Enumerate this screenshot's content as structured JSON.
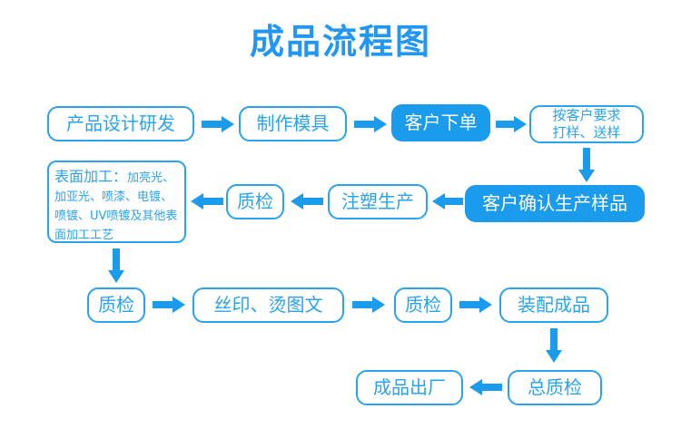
{
  "title": "成品流程图",
  "colors": {
    "accent": "#29a3ee",
    "fill": "#1a9bec",
    "title": "#2196f3",
    "arrow": "#1a9bec",
    "background": "#ffffff",
    "text_on_fill": "#ffffff"
  },
  "nodes": {
    "product_design": "产品设计研发",
    "make_mold": "制作模具",
    "customer_order": "客户下单",
    "sampling": "按客户要求\n打样、送样",
    "confirm_sample": "客户确认生产样品",
    "injection": "注塑生产",
    "qc_1": "质检",
    "surface_lead": "表面加工：",
    "surface_rest": "加亮光、\n加亚光、喷漆、电镀、\n喷镀、UV喷镀及其他表\n面加工工艺",
    "qc_2": "质检",
    "silk_print": "丝印、烫图文",
    "qc_3": "质检",
    "assemble": "装配成品",
    "final_qc": "总质检",
    "shipment": "成品出厂"
  },
  "arrows": [
    {
      "name": "arrow-design-to-mold",
      "direction": "right"
    },
    {
      "name": "arrow-mold-to-order",
      "direction": "right"
    },
    {
      "name": "arrow-order-to-sampling",
      "direction": "right"
    },
    {
      "name": "arrow-sampling-to-confirm",
      "direction": "down"
    },
    {
      "name": "arrow-confirm-to-injection",
      "direction": "left"
    },
    {
      "name": "arrow-injection-to-qc1",
      "direction": "left"
    },
    {
      "name": "arrow-qc1-to-surface",
      "direction": "left"
    },
    {
      "name": "arrow-surface-to-qc2",
      "direction": "down"
    },
    {
      "name": "arrow-qc2-to-silkprint",
      "direction": "right"
    },
    {
      "name": "arrow-silkprint-to-qc3",
      "direction": "right"
    },
    {
      "name": "arrow-qc3-to-assemble",
      "direction": "right"
    },
    {
      "name": "arrow-assemble-to-finalqc",
      "direction": "down"
    },
    {
      "name": "arrow-finalqc-to-shipment",
      "direction": "left"
    }
  ]
}
